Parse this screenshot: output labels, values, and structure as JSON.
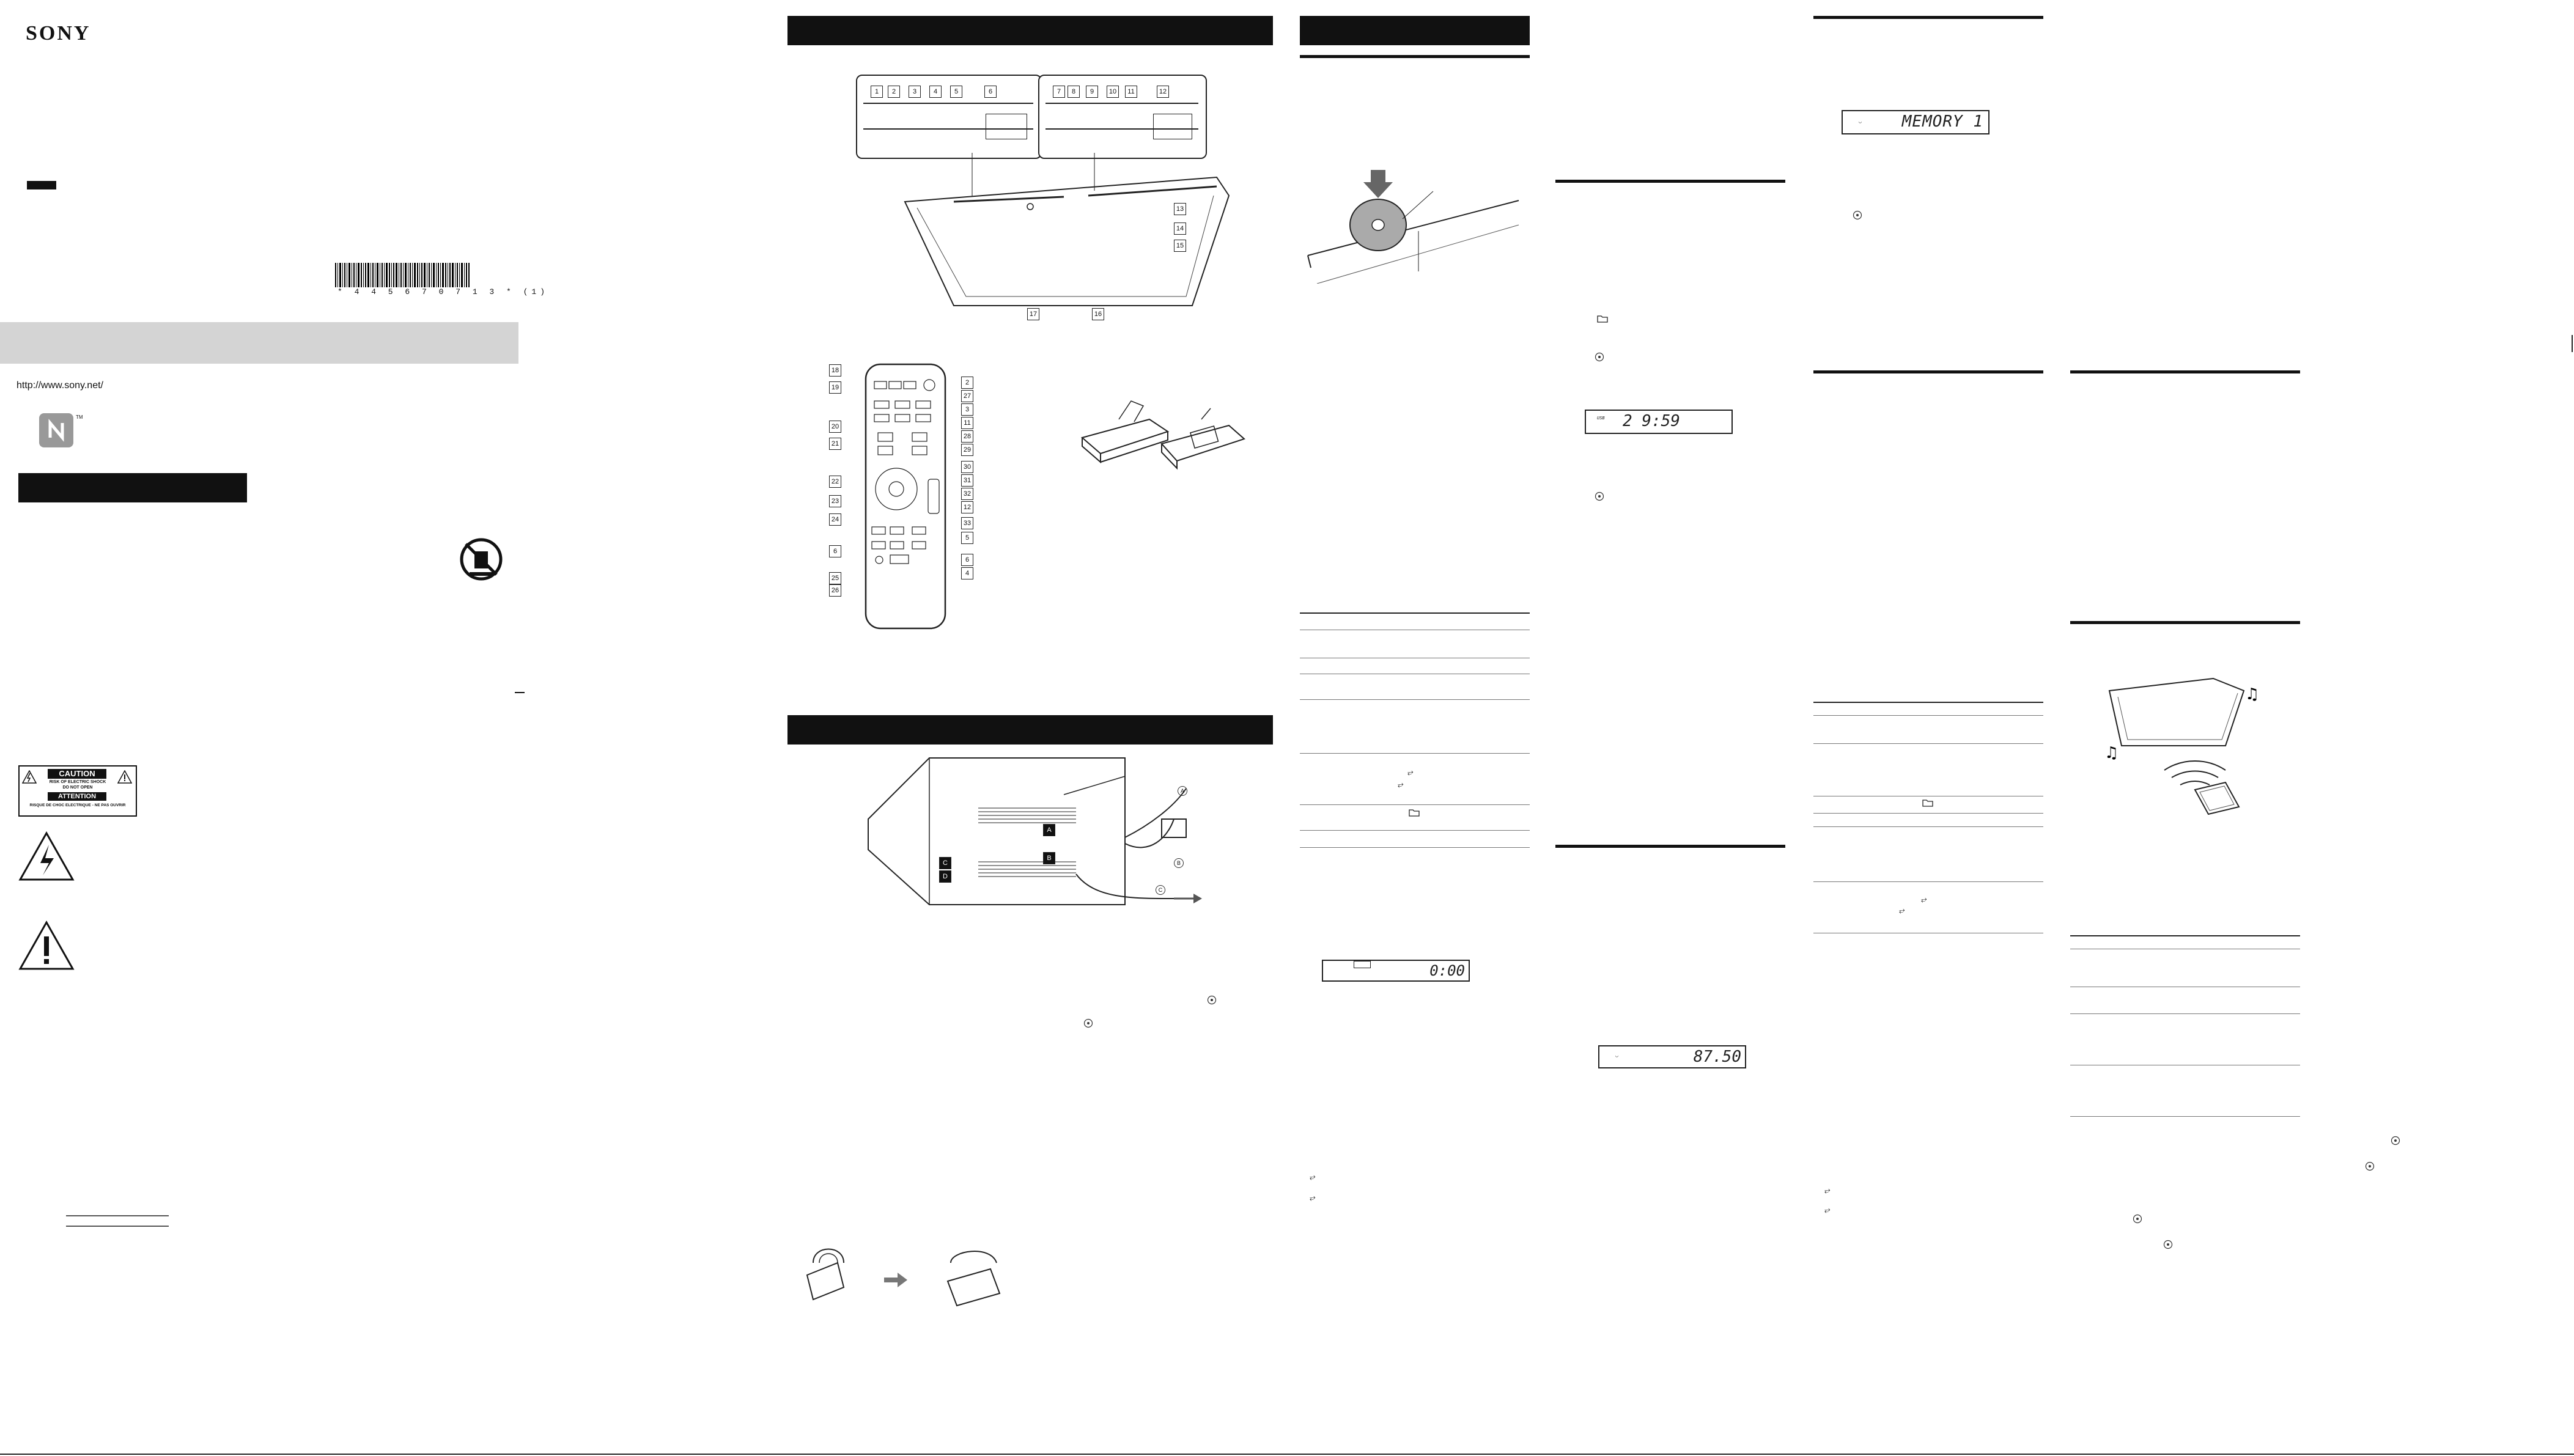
{
  "brand": "SONY",
  "barcode_number": "* 4 4 5 6 7 0 7 1 3 * (1)",
  "url": "http://www.sony.net/",
  "nfc_tm": "TM",
  "caution_label": {
    "title": "CAUTION",
    "line1": "RISK OF ELECTRIC SHOCK",
    "line2": "DO NOT OPEN",
    "title2": "ATTENTION",
    "line3": "RISQUE DE CHOC ELECTRIQUE - NE PAS OUVRIR"
  },
  "displays": {
    "memory": "MEMORY 1",
    "track_time": "2  9:59",
    "counter": "0:00",
    "frequency": "87.50"
  },
  "unit_callouts_top": [
    "1",
    "2",
    "3",
    "4",
    "5",
    "6"
  ],
  "unit_callouts_right": [
    "7",
    "8",
    "9",
    "10",
    "11",
    "12"
  ],
  "unit_callouts_side": [
    "13",
    "14",
    "15",
    "16",
    "17"
  ],
  "remote_left": [
    "18",
    "19",
    "20",
    "21",
    "22",
    "23",
    "24",
    "6",
    "25",
    "26"
  ],
  "remote_right": [
    "2",
    "27",
    "3",
    "11",
    "28",
    "29",
    "30",
    "31",
    "32",
    "12",
    "33",
    "5",
    "6",
    "4"
  ],
  "rear_labels": {
    "a": "A",
    "b": "B",
    "c": "C",
    "d": "D"
  },
  "antenna_labels": {
    "a": "A",
    "b": "B",
    "c": "C"
  }
}
